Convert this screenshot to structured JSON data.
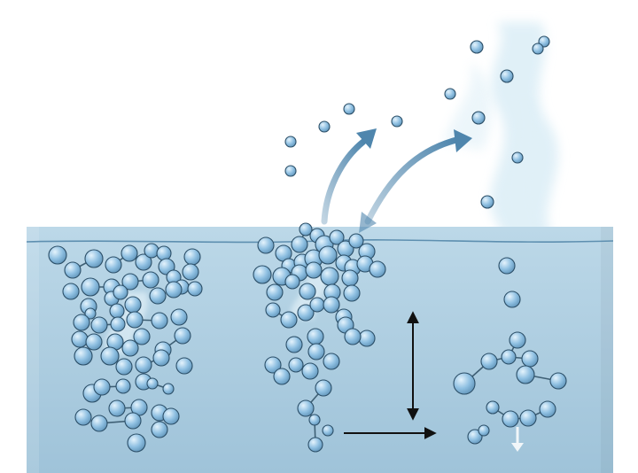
{
  "colors": {
    "background": "#ffffff",
    "water_top": "#bcd8e8",
    "water_bottom": "#9fc3d9",
    "surface_line": "#5e8fb0",
    "molecule_fill": "#8fc0e2",
    "molecule_highlight": "#e4f3fc",
    "molecule_stroke": "#2c4f68",
    "bond": "#3e5f74",
    "vapor": "#d6ebf5",
    "curved_arrow": "#4f86ad",
    "axis_arrow": "#111111"
  },
  "icons": {
    "evaporation_arrow": "curved-arrow-up-right",
    "exchange_arrow": "double-headed-curved-arrow",
    "vertical_axis": "double-headed-vertical-arrow",
    "horizontal_axis": "right-arrow",
    "falling_arrow": "down-arrow"
  },
  "groups": [
    {
      "id": "left-cluster",
      "molecules": [
        [
          65,
          288,
          10
        ],
        [
          82,
          305,
          9
        ],
        [
          106,
          292,
          10
        ],
        [
          128,
          299,
          9
        ],
        [
          146,
          286,
          9
        ],
        [
          162,
          296,
          9
        ],
        [
          171,
          283,
          8
        ],
        [
          185,
          286,
          8
        ],
        [
          188,
          301,
          9
        ],
        [
          196,
          313,
          8
        ],
        [
          217,
          290,
          9
        ],
        [
          215,
          307,
          9
        ],
        [
          205,
          324,
          8
        ],
        [
          196,
          327,
          9
        ],
        [
          220,
          326,
          8
        ],
        [
          80,
          329,
          9
        ],
        [
          102,
          324,
          10
        ],
        [
          126,
          324,
          9
        ],
        [
          147,
          318,
          9
        ],
        [
          170,
          316,
          9
        ],
        [
          178,
          334,
          9
        ],
        [
          100,
          346,
          9
        ],
        [
          126,
          337,
          8
        ],
        [
          136,
          330,
          8
        ],
        [
          150,
          344,
          9
        ],
        [
          132,
          351,
          8
        ],
        [
          102,
          354,
          6
        ],
        [
          92,
          364,
          9
        ],
        [
          112,
          367,
          9
        ],
        [
          133,
          366,
          8
        ],
        [
          152,
          361,
          9
        ],
        [
          180,
          362,
          9
        ],
        [
          202,
          358,
          9
        ],
        [
          90,
          383,
          9
        ],
        [
          106,
          386,
          9
        ],
        [
          130,
          386,
          9
        ],
        [
          147,
          393,
          9
        ],
        [
          160,
          380,
          9
        ],
        [
          184,
          395,
          9
        ],
        [
          206,
          379,
          9
        ],
        [
          94,
          402,
          10
        ],
        [
          124,
          402,
          10
        ],
        [
          140,
          414,
          9
        ],
        [
          162,
          412,
          9
        ],
        [
          182,
          404,
          9
        ],
        [
          208,
          413,
          9
        ],
        [
          104,
          444,
          10
        ],
        [
          115,
          437,
          9
        ],
        [
          139,
          436,
          8
        ],
        [
          162,
          431,
          9
        ],
        [
          172,
          433,
          6
        ],
        [
          190,
          439,
          6
        ],
        [
          132,
          461,
          9
        ],
        [
          157,
          460,
          9
        ],
        [
          180,
          466,
          9
        ],
        [
          193,
          470,
          9
        ],
        [
          94,
          471,
          9
        ],
        [
          112,
          478,
          9
        ],
        [
          150,
          475,
          9
        ],
        [
          154,
          500,
          10
        ],
        [
          180,
          485,
          9
        ]
      ],
      "bonds": [
        [
          1,
          2
        ],
        [
          3,
          4
        ],
        [
          4,
          5
        ],
        [
          7,
          9
        ],
        [
          16,
          17
        ],
        [
          18,
          19
        ],
        [
          28,
          29
        ],
        [
          30,
          31
        ],
        [
          38,
          39
        ],
        [
          43,
          44
        ],
        [
          47,
          48
        ],
        [
          50,
          51
        ],
        [
          52,
          53
        ],
        [
          54,
          55
        ],
        [
          57,
          58
        ]
      ]
    },
    {
      "id": "middle-cluster",
      "molecules": [
        [
          300,
          277,
          9
        ],
        [
          320,
          286,
          9
        ],
        [
          338,
          276,
          9
        ],
        [
          345,
          259,
          7
        ],
        [
          358,
          266,
          8
        ],
        [
          366,
          276,
          10
        ],
        [
          380,
          268,
          8
        ],
        [
          390,
          281,
          9
        ],
        [
          402,
          272,
          8
        ],
        [
          414,
          284,
          9
        ],
        [
          326,
          300,
          8
        ],
        [
          341,
          296,
          9
        ],
        [
          354,
          292,
          10
        ],
        [
          370,
          288,
          10
        ],
        [
          388,
          297,
          9
        ],
        [
          398,
          302,
          9
        ],
        [
          412,
          298,
          9
        ],
        [
          426,
          304,
          9
        ],
        [
          296,
          310,
          10
        ],
        [
          318,
          312,
          10
        ],
        [
          338,
          308,
          9
        ],
        [
          354,
          305,
          9
        ],
        [
          372,
          312,
          10
        ],
        [
          395,
          314,
          9
        ],
        [
          310,
          330,
          9
        ],
        [
          330,
          318,
          8
        ],
        [
          347,
          329,
          9
        ],
        [
          375,
          330,
          9
        ],
        [
          397,
          331,
          9
        ],
        [
          308,
          350,
          8
        ],
        [
          326,
          361,
          9
        ],
        [
          345,
          353,
          9
        ],
        [
          358,
          344,
          8
        ],
        [
          374,
          344,
          9
        ],
        [
          388,
          358,
          9
        ],
        [
          390,
          367,
          9
        ],
        [
          414,
          382,
          9
        ],
        [
          398,
          380,
          9
        ],
        [
          332,
          389,
          9
        ],
        [
          356,
          380,
          9
        ],
        [
          357,
          397,
          9
        ],
        [
          374,
          408,
          9
        ],
        [
          308,
          412,
          9
        ],
        [
          318,
          425,
          9
        ],
        [
          334,
          412,
          8
        ],
        [
          350,
          419,
          9
        ],
        [
          365,
          438,
          9
        ],
        [
          345,
          461,
          9
        ],
        [
          355,
          474,
          6
        ],
        [
          370,
          486,
          6
        ],
        [
          356,
          502,
          8
        ]
      ],
      "bonds": [
        [
          2,
          3
        ],
        [
          13,
          14
        ],
        [
          21,
          22
        ],
        [
          29,
          30
        ],
        [
          33,
          34
        ],
        [
          36,
          37
        ],
        [
          42,
          43
        ],
        [
          44,
          45
        ],
        [
          46,
          47
        ],
        [
          47,
          48
        ],
        [
          48,
          50
        ]
      ]
    },
    {
      "id": "right-cluster",
      "molecules": [
        [
          572,
          300,
          9
        ],
        [
          578,
          338,
          9
        ],
        [
          584,
          384,
          9
        ],
        [
          552,
          408,
          9
        ],
        [
          574,
          403,
          8
        ],
        [
          598,
          405,
          9
        ],
        [
          630,
          430,
          9
        ],
        [
          524,
          433,
          12
        ],
        [
          593,
          423,
          10
        ],
        [
          556,
          460,
          7
        ],
        [
          576,
          473,
          9
        ],
        [
          596,
          472,
          9
        ],
        [
          618,
          462,
          9
        ],
        [
          536,
          493,
          8
        ],
        [
          546,
          486,
          6
        ]
      ],
      "bonds": [
        [
          2,
          4
        ],
        [
          3,
          4
        ],
        [
          4,
          5
        ],
        [
          3,
          7
        ],
        [
          5,
          8
        ],
        [
          8,
          6
        ],
        [
          9,
          10
        ],
        [
          10,
          11
        ],
        [
          11,
          12
        ],
        [
          13,
          14
        ]
      ]
    },
    {
      "id": "airborne",
      "molecules": [
        [
          394,
          123,
          6
        ],
        [
          366,
          143,
          6
        ],
        [
          328,
          160,
          6
        ],
        [
          328,
          193,
          6
        ],
        [
          448,
          137,
          6
        ],
        [
          508,
          106,
          6
        ],
        [
          538,
          53,
          7
        ],
        [
          572,
          86,
          7
        ],
        [
          614,
          47,
          6
        ],
        [
          607,
          55,
          6
        ],
        [
          540,
          133,
          7
        ],
        [
          584,
          178,
          6
        ],
        [
          550,
          228,
          7
        ]
      ],
      "bonds": []
    }
  ]
}
